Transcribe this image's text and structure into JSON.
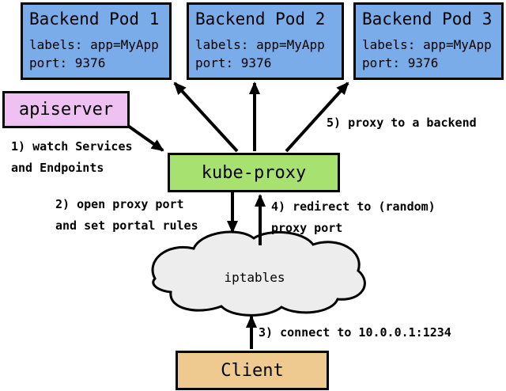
{
  "colors": {
    "pod_fill": "#7AACE9",
    "apiserver_fill": "#EEC1F2",
    "kube_proxy_fill": "#A7E16F",
    "client_fill": "#EECA90",
    "cloud_fill": "#EDEDED",
    "outline": "#000000"
  },
  "pods": [
    {
      "title": "Backend Pod 1",
      "labels": "labels: app=MyApp",
      "port": "port: 9376"
    },
    {
      "title": "Backend Pod 2",
      "labels": "labels: app=MyApp",
      "port": "port: 9376"
    },
    {
      "title": "Backend Pod 3",
      "labels": "labels: app=MyApp",
      "port": "port: 9376"
    }
  ],
  "nodes": {
    "apiserver": {
      "label": "apiserver"
    },
    "kube_proxy": {
      "label": "kube-proxy"
    },
    "iptables": {
      "label": "iptables"
    },
    "client": {
      "label": "Client"
    }
  },
  "annotations": {
    "step1": "1) watch Services\nand Endpoints",
    "step2": "2) open proxy port\nand set portal rules",
    "step3": "3) connect to 10.0.0.1:1234",
    "step4": "4) redirect to (random)\nproxy port",
    "step5": "5) proxy to a backend"
  }
}
